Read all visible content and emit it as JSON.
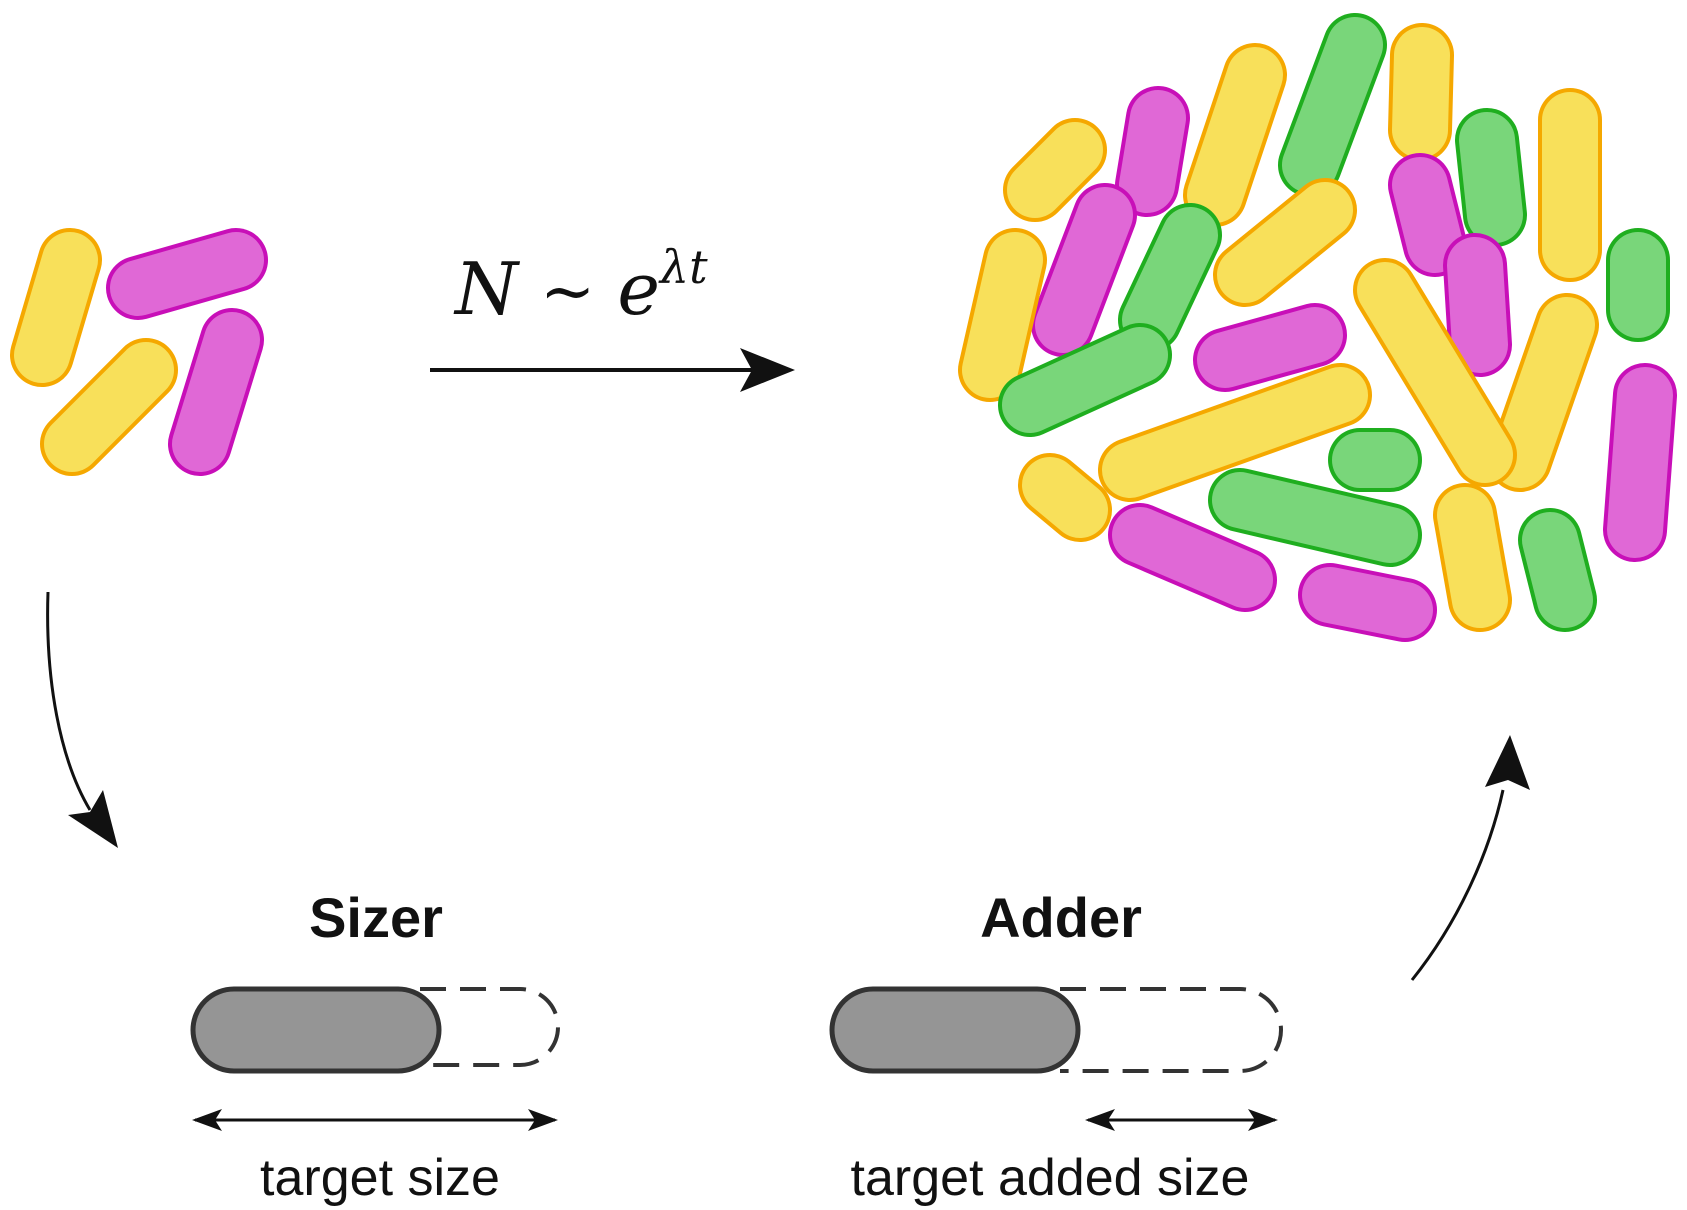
{
  "formula": {
    "lhs": "N",
    "relation": "~",
    "base": "e",
    "exponent": "λt"
  },
  "sizer": {
    "title": "Sizer",
    "caption": "target size"
  },
  "adder": {
    "title": "Adder",
    "caption": "target added size"
  },
  "colors": {
    "yellow_fill": "#f8e05a",
    "yellow_stroke": "#f5a800",
    "magenta_fill": "#e068d6",
    "magenta_stroke": "#c80fb8",
    "green_fill": "#79d67a",
    "green_stroke": "#1fae1f",
    "gray_fill": "#959595",
    "gray_stroke": "#333333"
  }
}
